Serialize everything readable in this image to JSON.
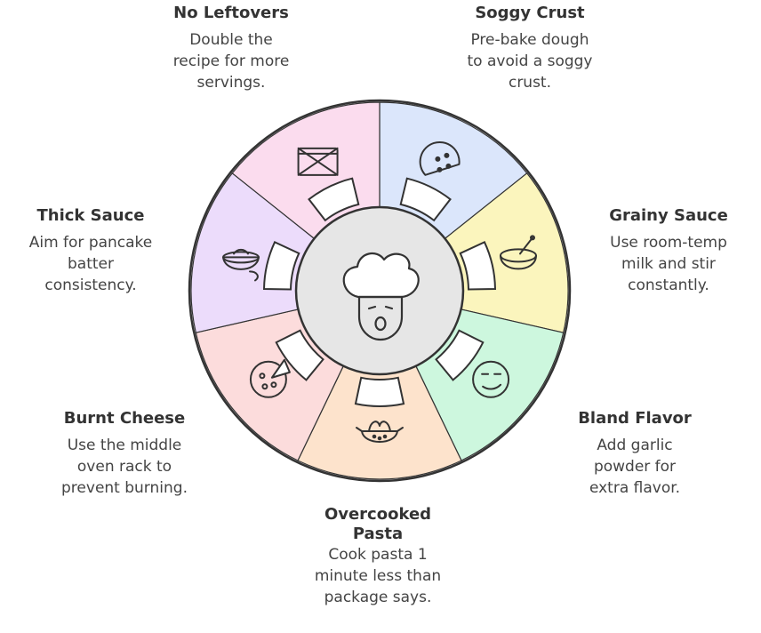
{
  "wheel": {
    "center_icon": "chef-hat-face-icon",
    "colors": {
      "outline": "#333333",
      "center_fill": "#e6e6e6"
    },
    "segments": [
      {
        "id": "soggy-crust",
        "title": "Soggy Crust",
        "description": "Pre-bake dough\nto avoid a soggy\ncrust.",
        "color": "#dbe6fb",
        "icon": "pizza-slice-icon"
      },
      {
        "id": "grainy-sauce",
        "title": "Grainy Sauce",
        "description": "Use room-temp\nmilk and stir\nconstantly.",
        "color": "#fbf5bd",
        "icon": "mixing-bowl-icon"
      },
      {
        "id": "bland-flavor",
        "title": "Bland Flavor",
        "description": "Add garlic\npowder for\nextra flavor.",
        "color": "#cdf7de",
        "icon": "bored-face-icon"
      },
      {
        "id": "overcooked-pasta",
        "title": "Overcooked\nPasta",
        "description": "Cook pasta 1\nminute less than\npackage says.",
        "color": "#fde3cc",
        "icon": "pasta-strainer-icon"
      },
      {
        "id": "burnt-cheese",
        "title": "Burnt Cheese",
        "description": "Use the middle\noven rack to\nprevent burning.",
        "color": "#fcdcdc",
        "icon": "pizza-icon"
      },
      {
        "id": "thick-sauce",
        "title": "Thick Sauce",
        "description": "Aim for pancake\nbatter\nconsistency.",
        "color": "#ecdcfb",
        "icon": "sauce-bowl-icon"
      },
      {
        "id": "no-leftovers",
        "title": "No Leftovers",
        "description": "Double the\nrecipe for more\nservings.",
        "color": "#fbdcee",
        "icon": "empty-container-icon"
      }
    ]
  }
}
